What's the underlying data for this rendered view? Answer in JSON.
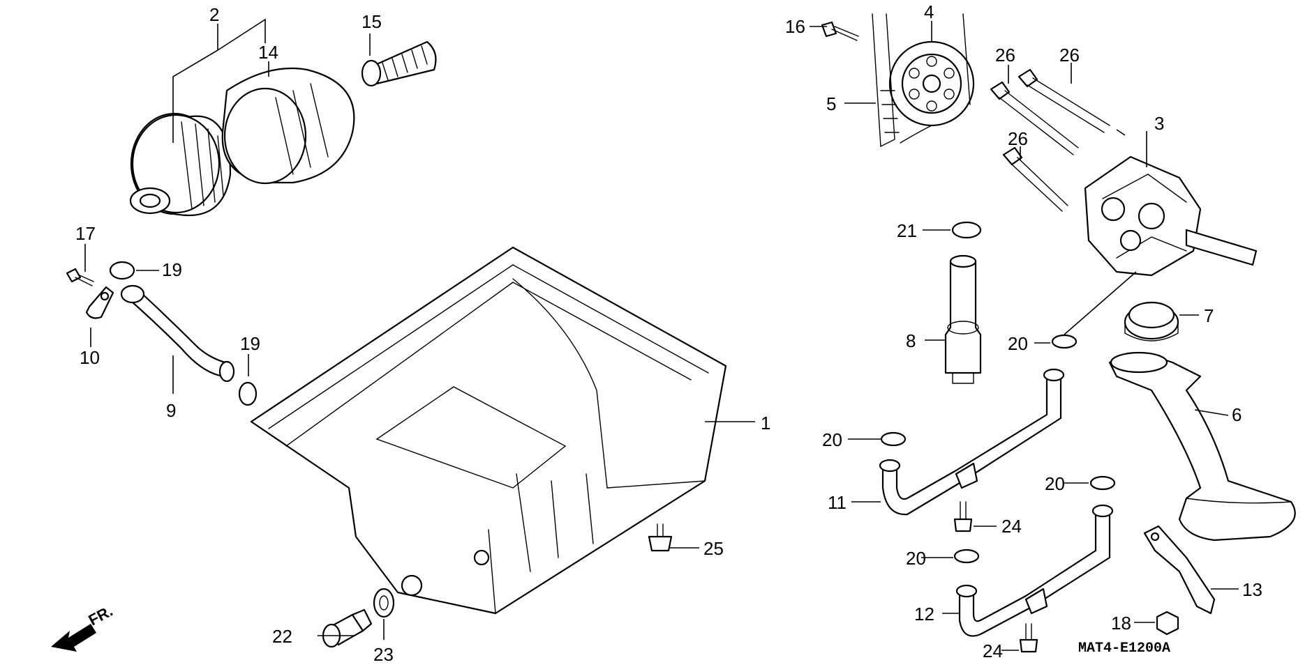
{
  "diagram": {
    "drawing_code": "MAT4-E1200A",
    "direction_label": "FR.",
    "callouts": {
      "c1": "1",
      "c2": "2",
      "c3": "3",
      "c4": "4",
      "c5": "5",
      "c6": "6",
      "c7": "7",
      "c8": "8",
      "c9": "9",
      "c10": "10",
      "c11": "11",
      "c12": "12",
      "c13": "13",
      "c14": "14",
      "c15": "15",
      "c16": "16",
      "c17": "17",
      "c18": "18",
      "c19": "19",
      "c20": "20",
      "c21": "21",
      "c22": "22",
      "c23": "23",
      "c24": "24",
      "c25": "25",
      "c26": "26"
    }
  }
}
